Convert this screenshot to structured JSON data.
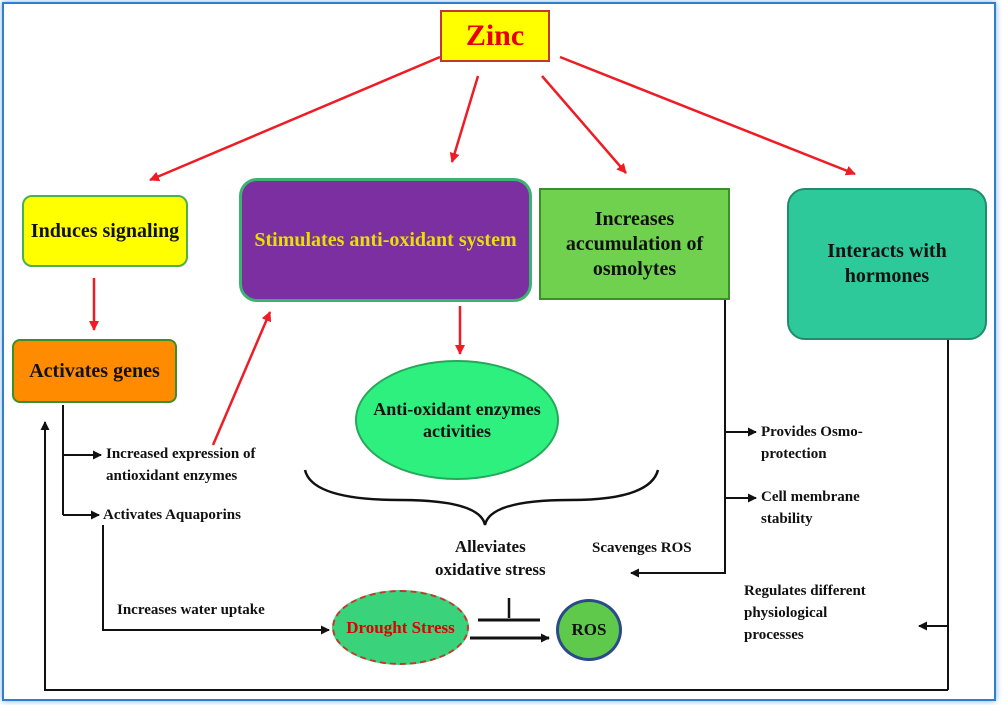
{
  "nodes": {
    "zinc": "Zinc",
    "induces_signaling": "Induces signaling",
    "stimulates_antioxidant": "Stimulates anti-oxidant system",
    "increases_osmolytes": "Increases accumulation of osmolytes",
    "interacts_hormones": "Interacts with hormones",
    "activates_genes": "Activates genes",
    "antioxidant_enzymes": "Anti-oxidant enzymes activities",
    "drought_stress": "Drought Stress",
    "ros": "ROS"
  },
  "labels": {
    "increased_expression": "Increased expression of",
    "antioxidant_enzymes_line": "antioxidant enzymes",
    "activates_aquaporins": "Activates Aquaporins",
    "increases_water_uptake": "Increases water uptake",
    "alleviates": "Alleviates",
    "oxidative_stress": "oxidative stress",
    "scavenges_ros": "Scavenges ROS",
    "provides_osmo": "Provides Osmo-",
    "protection": "protection",
    "cell_membrane": "Cell membrane",
    "stability": "stability",
    "regulates_different": "Regulates different",
    "physiological": "physiological",
    "processes": "processes"
  },
  "colors": {
    "red_arrow": "#ee1c25",
    "black_arrow": "#111111",
    "frame": "#2f7fd1"
  }
}
